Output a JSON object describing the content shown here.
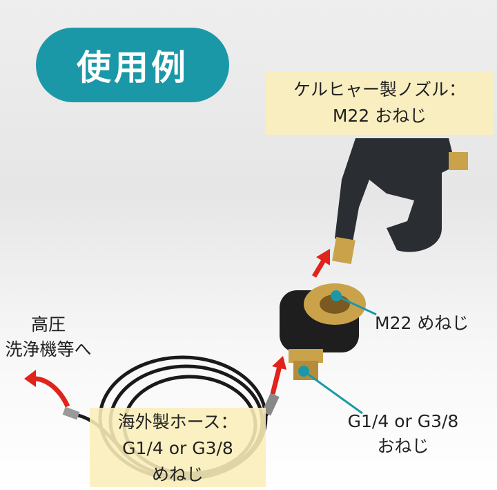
{
  "badge": {
    "title": "使用例"
  },
  "nozzle_note": {
    "line1": "ケルヒャー製ノズル：",
    "line2": "M22 おねじ"
  },
  "adapter_female": {
    "text": "M22 めねじ"
  },
  "adapter_male": {
    "line1": "G1/4 or G3/8",
    "line2": "おねじ"
  },
  "washer_label": {
    "line1": "高圧",
    "line2": "洗浄機等へ"
  },
  "hose_note": {
    "line1": "海外製ホース：",
    "line2": "G1/4 or G3/8",
    "line3": "めねじ"
  },
  "colors": {
    "teal": "#1b98a8",
    "arrow_red": "#e0231b",
    "note_bg": "#faeeb9"
  }
}
